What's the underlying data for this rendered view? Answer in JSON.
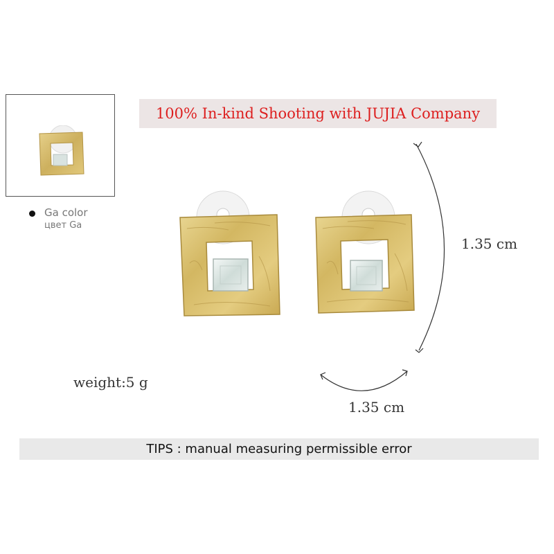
{
  "banner": {
    "text": "100% In-kind Shooting with JUJIA Company"
  },
  "variant": {
    "label_en": "Ga color",
    "label_ru": "цвет Ga"
  },
  "dimensions": {
    "height_label": "1.35 cm",
    "width_label": "1.35 cm"
  },
  "weight": {
    "label": "weight:5 g"
  },
  "tips": {
    "text": "TIPS : manual measuring permissible error"
  },
  "colors": {
    "banner_text": "#dd1f1f",
    "banner_bg": "#ece5e5",
    "gold": "#d7bd6a",
    "tips_bg": "#e9e9e9"
  }
}
